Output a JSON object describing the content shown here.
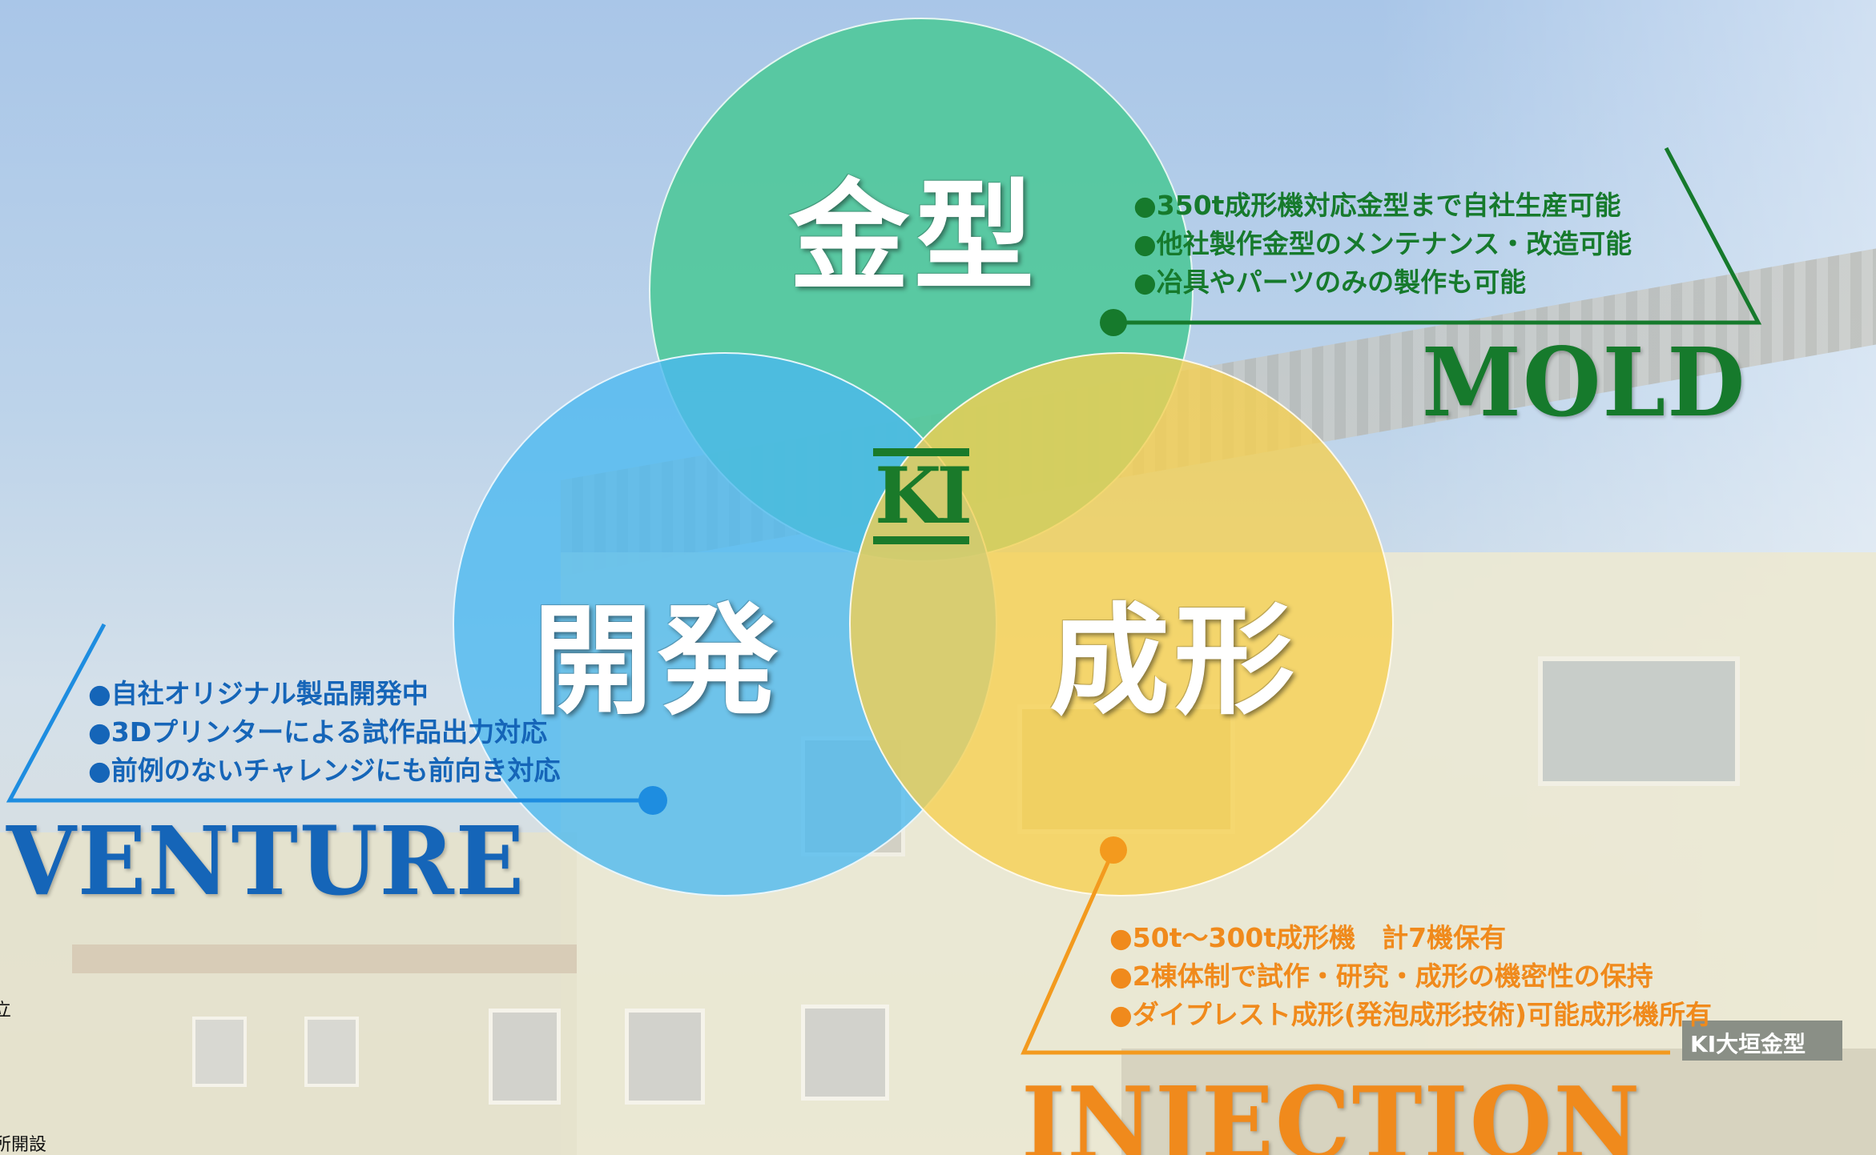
{
  "circles": {
    "mold": {
      "label": "金型",
      "color": "#4fc89a"
    },
    "venture": {
      "label": "開発",
      "color": "#4ab8f0"
    },
    "injection": {
      "label": "成形",
      "color": "#f6cf4e"
    }
  },
  "sections": {
    "mold": {
      "title": "MOLD",
      "color": "#167a2c",
      "bullets": [
        "●350t成形機対応金型まで自社生産可能",
        "●他社製作金型のメンテナンス・改造可能",
        "●冶具やパーツのみの製作も可能"
      ]
    },
    "venture": {
      "title": "VENTURE",
      "color": "#1565b8",
      "bullets": [
        "●自社オリジナル製品開発中",
        "●3Dプリンターによる試作品出力対応",
        "●前例のないチャレンジにも前向き対応"
      ]
    },
    "injection": {
      "title": "INJECTION",
      "color": "#f08a1c",
      "bullets": [
        "●50t〜300t成形機　計7機保有",
        "●2棟体制で試作・研究・成形の機密性の保持",
        "●ダイプレスト成形(発泡成形技術)可能成形機所有"
      ]
    }
  },
  "logo": {
    "text": "KI",
    "color": "#1a7a2a"
  },
  "sign": {
    "text": "KI大垣金型"
  },
  "edge_text": {
    "top": "立",
    "bottom": "所開設"
  }
}
